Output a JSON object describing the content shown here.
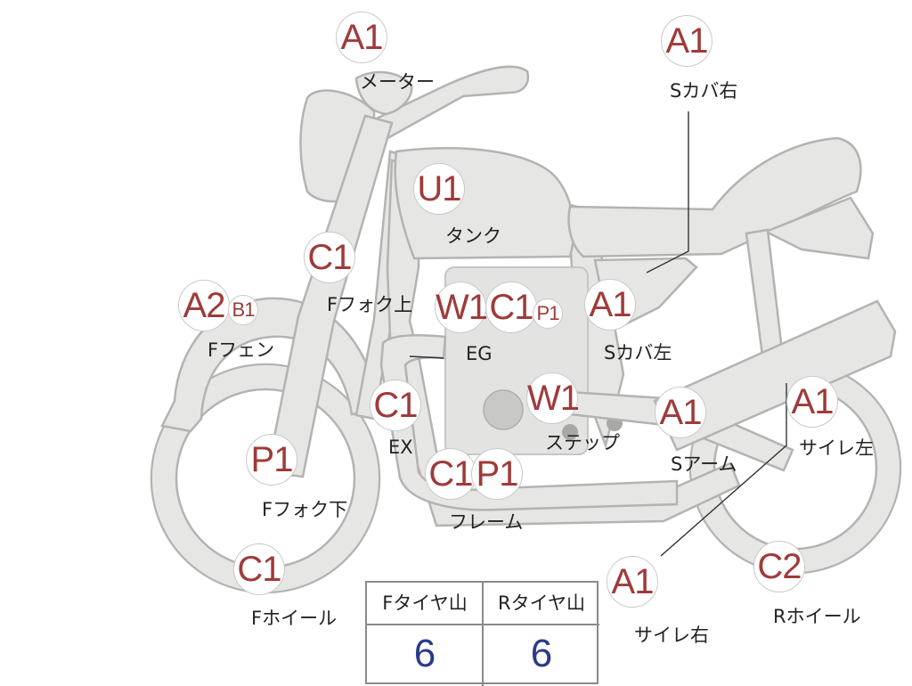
{
  "markers": [
    {
      "id": "meter",
      "code": "A1",
      "label": "メーター"
    },
    {
      "id": "s-cover-right",
      "code": "A1",
      "label": "Sカバ右"
    },
    {
      "id": "tank",
      "code": "U1",
      "label": "タンク"
    },
    {
      "id": "f-fork-upper",
      "code": "C1",
      "label": "Fフォク上"
    },
    {
      "id": "f-fender",
      "code": "A2",
      "code2": "B1",
      "label": "Fフェン"
    },
    {
      "id": "engine",
      "code": "W1",
      "code2": "C1",
      "code3": "P1",
      "label": "EG"
    },
    {
      "id": "s-cover-left",
      "code": "A1",
      "label": "Sカバ左"
    },
    {
      "id": "exhaust",
      "code": "C1",
      "label": "EX"
    },
    {
      "id": "step",
      "code": "W1",
      "label": "ステップ"
    },
    {
      "id": "swing-arm",
      "code": "A1",
      "label": "Sアーム"
    },
    {
      "id": "silencer-left",
      "code": "A1",
      "label": "サイレ左"
    },
    {
      "id": "f-fork-lower",
      "code": "P1",
      "label": "Fフォク下"
    },
    {
      "id": "frame",
      "code": "C1",
      "code2": "P1",
      "label": "フレーム"
    },
    {
      "id": "f-wheel",
      "code": "C1",
      "label": "Fホイール"
    },
    {
      "id": "silencer-right",
      "code": "A1",
      "label": "サイレ右"
    },
    {
      "id": "r-wheel",
      "code": "C2",
      "label": "Rホイール"
    }
  ],
  "tire_table": {
    "front_header": "Fタイヤ山",
    "rear_header": "Rタイヤ山",
    "front_value": "6",
    "rear_value": "6"
  },
  "colors": {
    "body_fill": "#e6e6e4",
    "body_stroke": "#b3b3b1",
    "code_text": "#a03a3a",
    "tire_value_text": "#2a3a8a"
  }
}
